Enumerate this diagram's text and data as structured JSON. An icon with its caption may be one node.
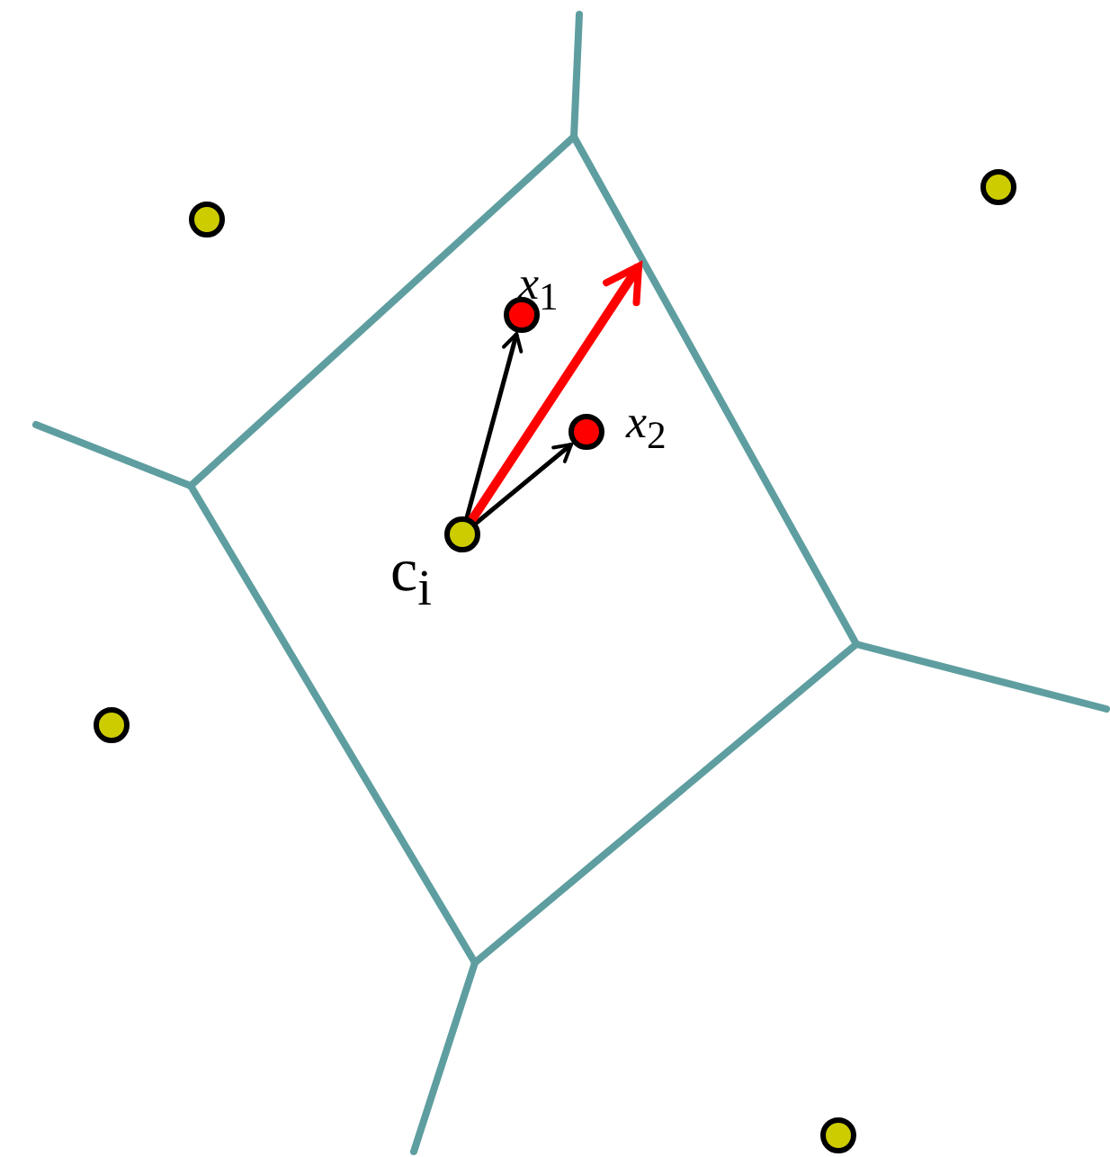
{
  "diagram": {
    "nodes": [
      {
        "text": [],
        "shape": "circle"
      },
      {
        "text": [],
        "shape": "circle"
      },
      {
        "text": [],
        "shape": "circle",
        "beside": [
          "*x*$_{1}$"
        ]
      },
      {
        "text": [],
        "shape": "circle",
        "beside": [
          "*x*$_{2}$"
        ]
      },
      {
        "text": [],
        "shape": "circle",
        "beside": [
          "c$_{i}$"
        ]
      },
      {
        "text": [],
        "shape": "circle"
      },
      {
        "text": [],
        "shape": "circle"
      }
    ],
    "edges": [
      {
        "from": 4,
        "to": 2,
        "arrow": "to"
      },
      {
        "from": 4,
        "to": 3,
        "arrow": "to"
      },
      {
        "from": 4,
        "to": null,
        "arrow": "to",
        "style": "thick",
        "color": "#ff0000"
      }
    ]
  }
}
